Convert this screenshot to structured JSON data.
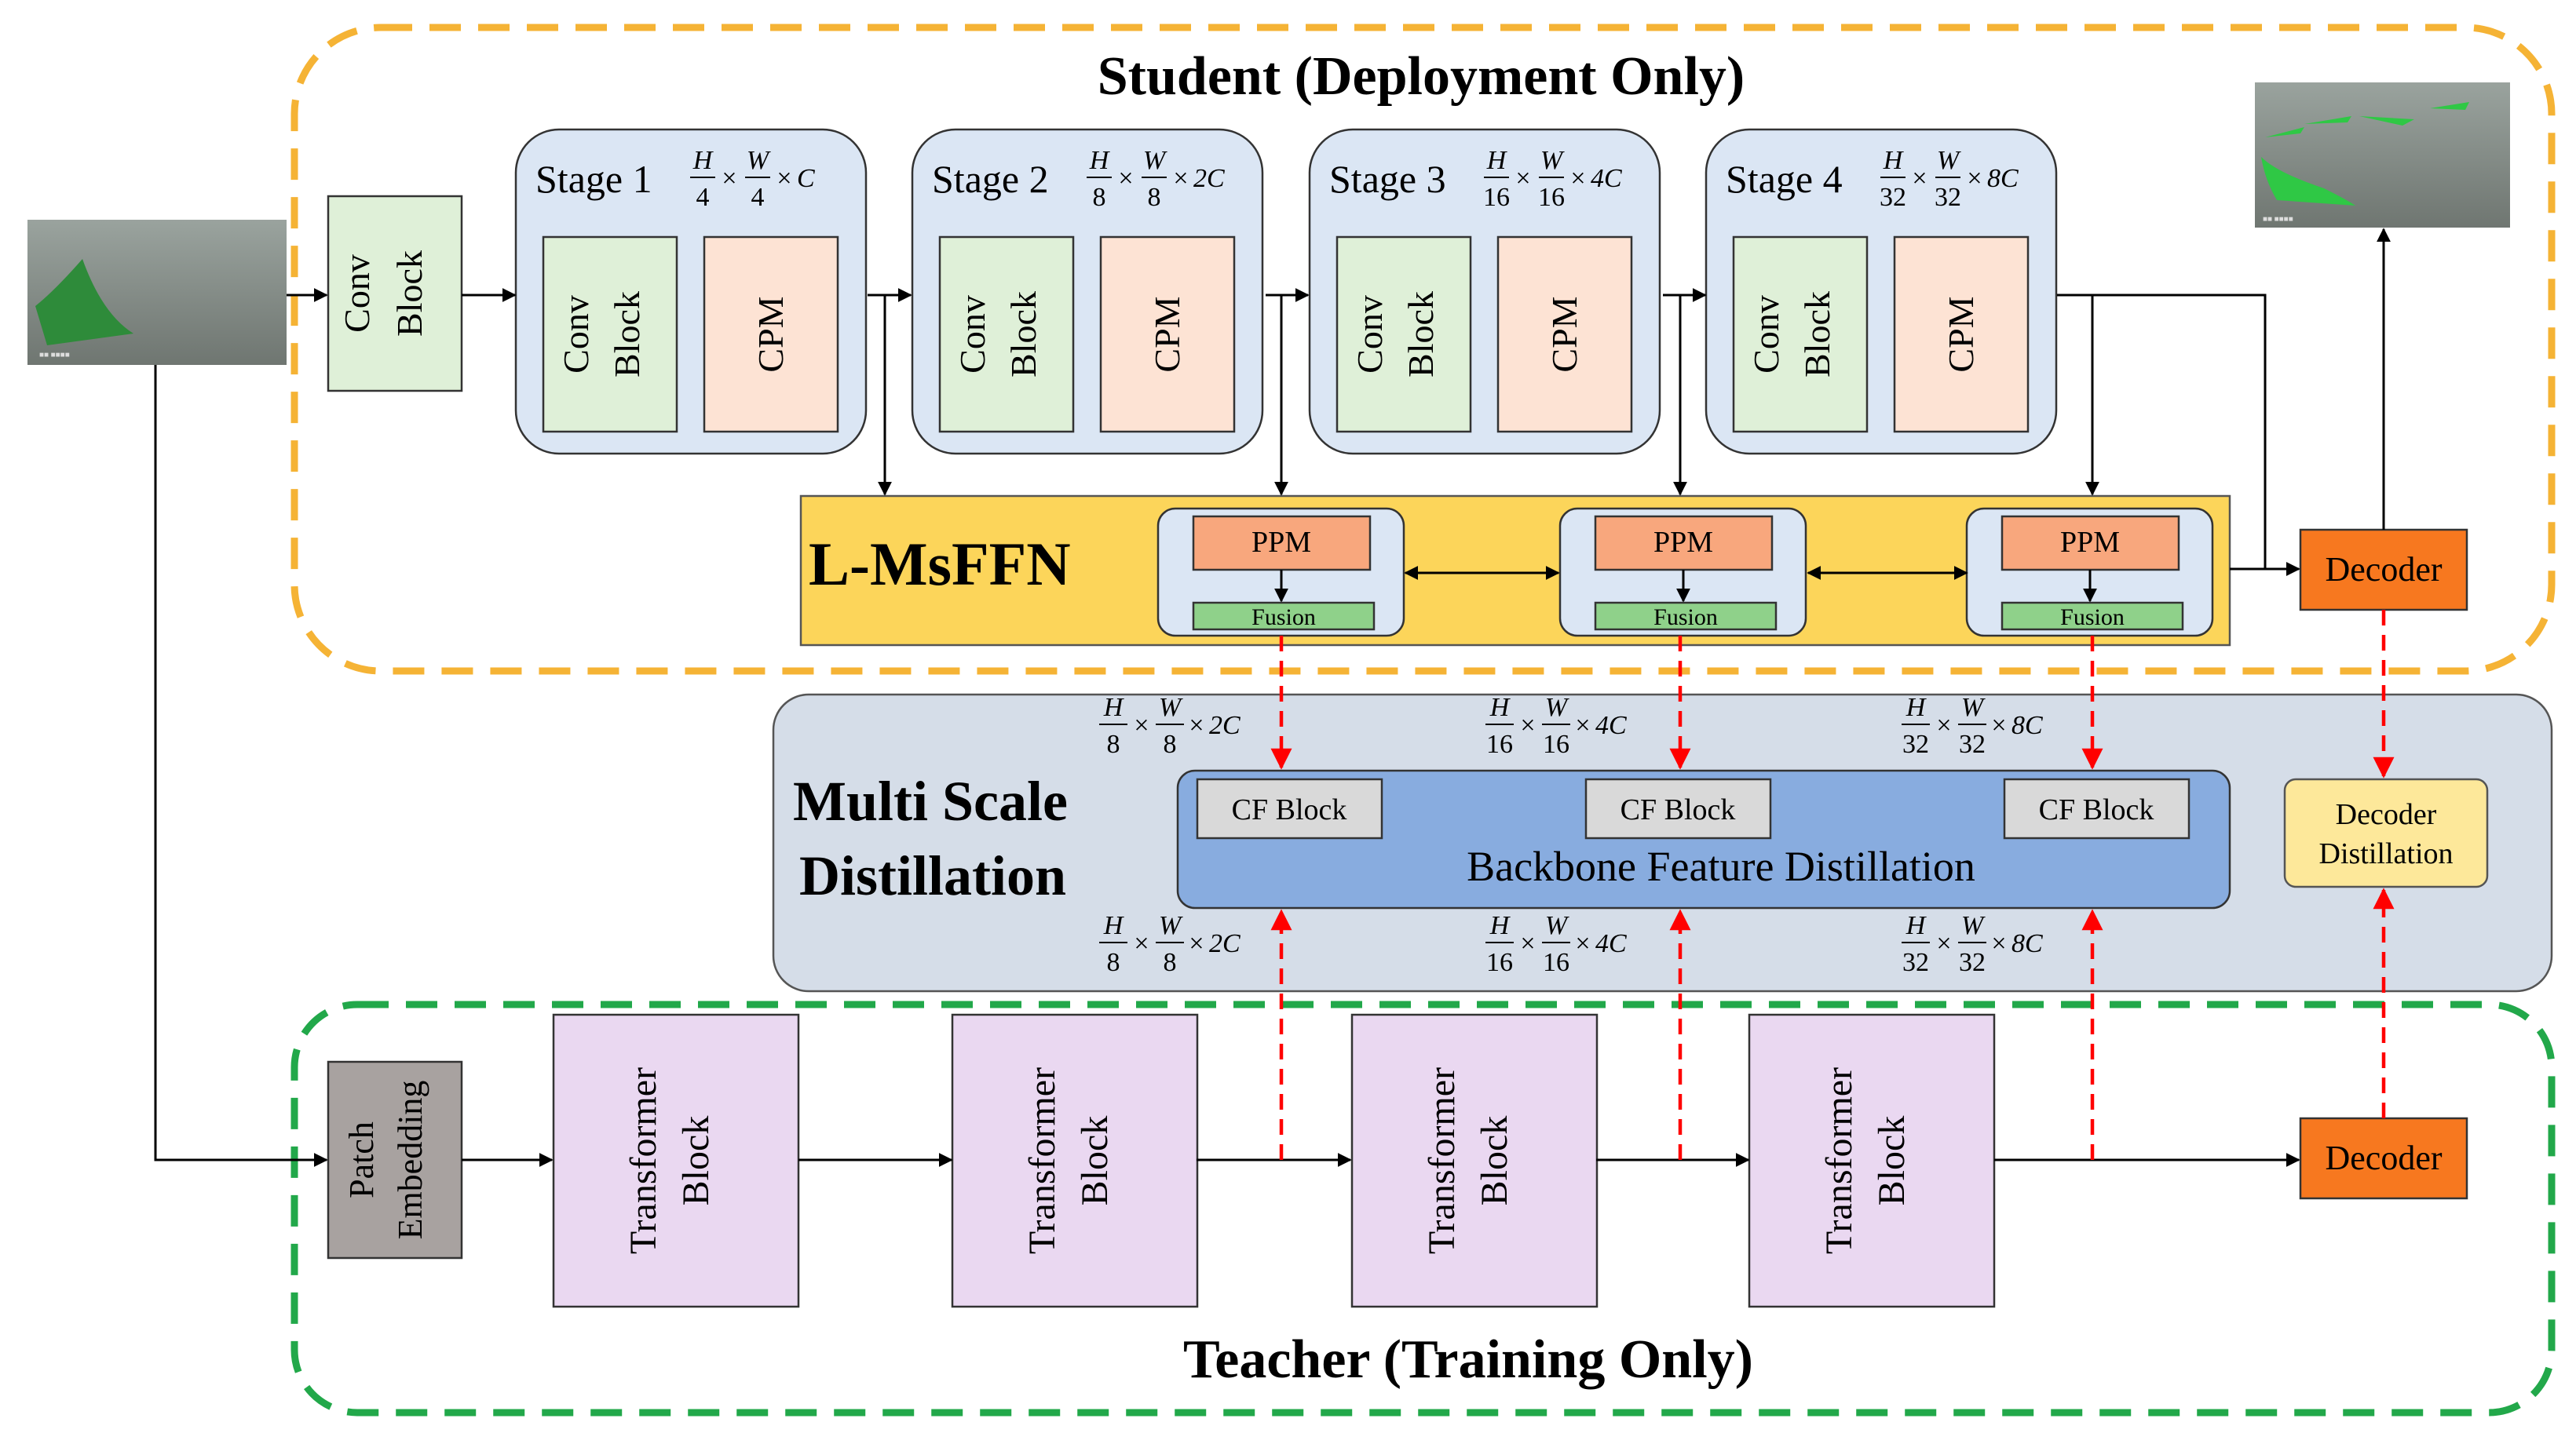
{
  "student": {
    "title": "Student (Deployment Only)",
    "input_label": "",
    "conv_block": [
      "Conv",
      "Block"
    ],
    "stages": [
      {
        "name": "Stage 1",
        "dim_h": "H",
        "dim_h_den": "4",
        "dim_w": "W",
        "dim_w_den": "4",
        "channels": "C"
      },
      {
        "name": "Stage 2",
        "dim_h": "H",
        "dim_h_den": "8",
        "dim_w": "W",
        "dim_w_den": "8",
        "channels": "2C"
      },
      {
        "name": "Stage 3",
        "dim_h": "H",
        "dim_h_den": "16",
        "dim_w": "W",
        "dim_w_den": "16",
        "channels": "4C"
      },
      {
        "name": "Stage 4",
        "dim_h": "H",
        "dim_h_den": "32",
        "dim_w": "W",
        "dim_w_den": "32",
        "channels": "8C"
      }
    ],
    "stage_conv": [
      "Conv",
      "Block"
    ],
    "stage_cpm": "CPM",
    "lmsffn_title": "L-MsFFN",
    "ppm": "PPM",
    "fusion": "Fusion",
    "decoder": "Decoder"
  },
  "distill": {
    "title_line1": "Multi Scale",
    "title_line2": "Distillation",
    "cf_block": "CF Block",
    "backbone": "Backbone Feature Distillation",
    "decoder_distill_line1": "Decoder",
    "decoder_distill_line2": "Distillation",
    "scales": [
      {
        "num": "H",
        "den": "8",
        "num2": "W",
        "den2": "8",
        "ch": "2C"
      },
      {
        "num": "H",
        "den": "16",
        "num2": "W",
        "den2": "16",
        "ch": "4C"
      },
      {
        "num": "H",
        "den": "32",
        "num2": "W",
        "den2": "32",
        "ch": "8C"
      }
    ]
  },
  "teacher": {
    "title": "Teacher (Training Only)",
    "patch": [
      "Patch",
      "Embedding"
    ],
    "transformer": [
      "Transformer",
      "Block"
    ],
    "decoder": "Decoder"
  },
  "colors": {
    "student_border": "#f5b335",
    "teacher_border": "#22a84a",
    "stage_fill": "#dbe6f4",
    "conv_fill": "#dff0d8",
    "cpm_fill": "#fde3d4",
    "lmsffn_fill": "#fcd55a",
    "ppm_fill": "#f8a77d",
    "fusion_fill": "#8fd18a",
    "decoder_fill": "#f7781f",
    "distill_fill": "#d5dde8",
    "backbone_fill": "#88acdf",
    "cf_fill": "#d9d9d9",
    "dec_distill_fill": "#fde89a",
    "transformer_fill": "#ead8f1",
    "patch_fill": "#a8a2a0",
    "red_arrow": "#ff0000"
  }
}
